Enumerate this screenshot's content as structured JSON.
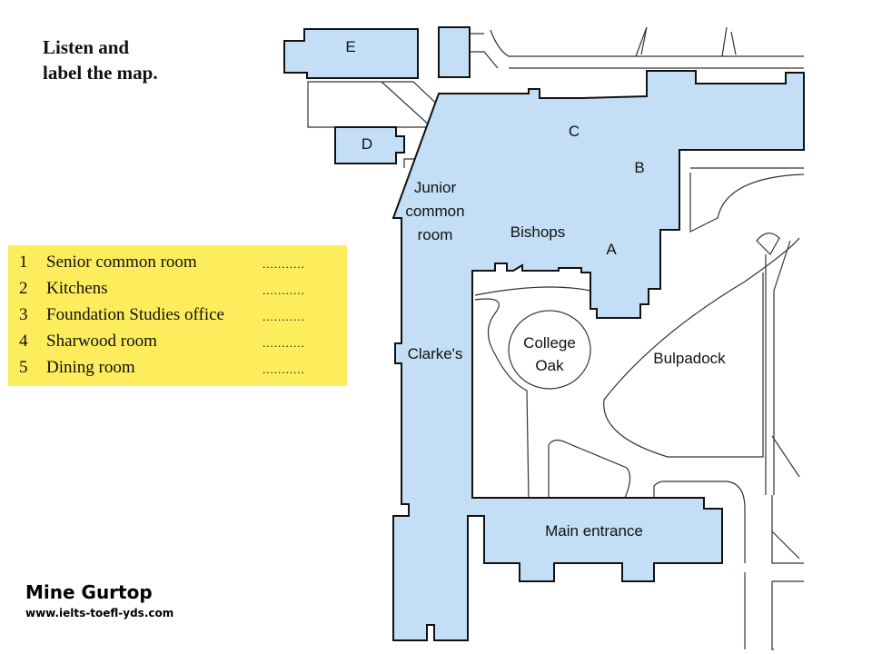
{
  "instructions": [
    "Listen and",
    "label the map."
  ],
  "questions": [
    {
      "number": "1",
      "label": "Senior common room",
      "answer": "..........."
    },
    {
      "number": "2",
      "label": "Kitchens",
      "answer": "..........."
    },
    {
      "number": "3",
      "label": "Foundation Studies office",
      "answer": "..........."
    },
    {
      "number": "4",
      "label": "Sharwood room",
      "answer": "..........."
    },
    {
      "number": "5",
      "label": "Dining room",
      "answer": "..........."
    }
  ],
  "map": {
    "letters": {
      "a": "A",
      "b": "B",
      "c": "C",
      "d": "D",
      "e": "E"
    },
    "places": {
      "junior": [
        "Junior",
        "common",
        "room"
      ],
      "bishops": "Bishops",
      "clarkes": "Clarke's",
      "oak": [
        "College",
        "Oak"
      ],
      "bulpadock": "Bulpadock",
      "main_entrance": "Main entrance"
    },
    "colors": {
      "building": "#c4dff5",
      "highlight": "#fdec5c"
    }
  },
  "credit": {
    "name": "Mine Gurtop",
    "site": "www.ielts-toefl-yds.com"
  }
}
